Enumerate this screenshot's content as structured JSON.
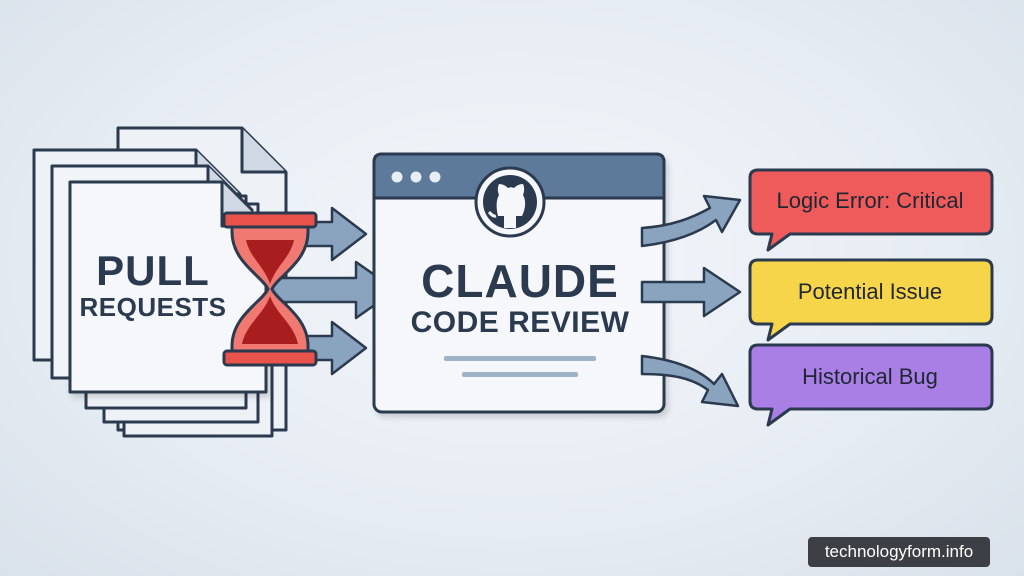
{
  "pull_requests": {
    "line1": "PULL",
    "line2": "REQUESTS"
  },
  "review_window": {
    "title_line1": "CLAUDE",
    "title_line2": "CODE REVIEW",
    "logo": "github-icon"
  },
  "outputs": [
    {
      "label": "Logic Error: Critical",
      "color": "#ef5b5b"
    },
    {
      "label": "Potential Issue",
      "color": "#f7d54a"
    },
    {
      "label": "Historical Bug",
      "color": "#a97fe6"
    }
  ],
  "hourglass": {
    "color": "#e9534c",
    "icon": "hourglass-icon"
  },
  "watermark": "technologyform.info",
  "colors": {
    "outline": "#2b3a4e",
    "window_bar": "#5d7a9b",
    "arrow": "#8aa4c0",
    "paper": "#f1f4f8"
  }
}
